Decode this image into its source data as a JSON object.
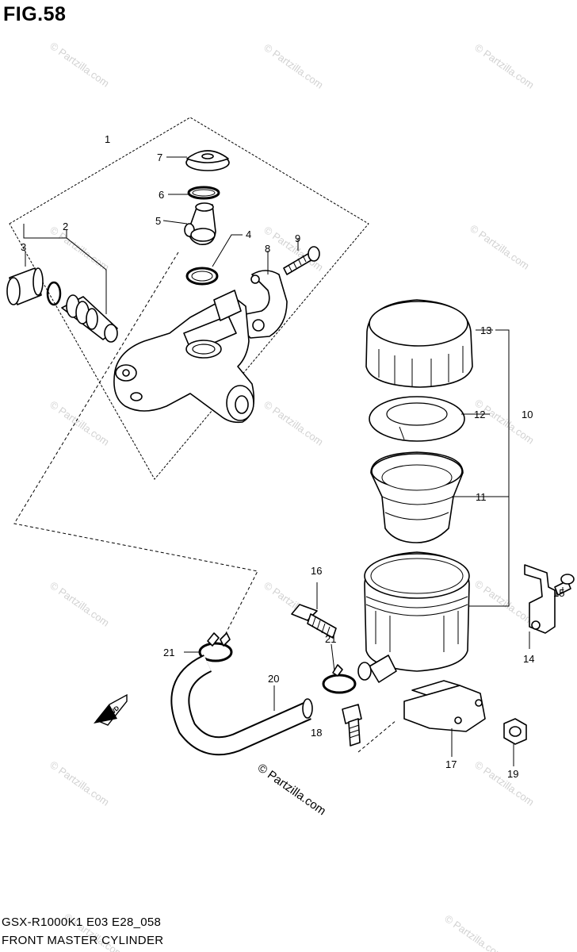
{
  "figure_label": "FIG.58",
  "footer": {
    "model_code": "GSX-R1000K1 E03 E28_058",
    "assembly_name": "FRONT MASTER CYLINDER"
  },
  "copyright": "© Partzilla.com",
  "watermark_text": "© Partzilla.com",
  "direction_mark": "FWD",
  "callouts": {
    "c1": "1",
    "c2": "2",
    "c3": "3",
    "c4": "4",
    "c5": "5",
    "c6": "6",
    "c7": "7",
    "c8": "8",
    "c9": "9",
    "c10": "10",
    "c11": "11",
    "c12": "12",
    "c13": "13",
    "c14": "14",
    "c15": "15",
    "c16": "16",
    "c17": "17",
    "c18": "18",
    "c19": "19",
    "c20": "20",
    "c21a": "21",
    "c21b": "21"
  },
  "colors": {
    "line": "#000000",
    "background": "#ffffff",
    "watermark": "#d2d2d2"
  }
}
